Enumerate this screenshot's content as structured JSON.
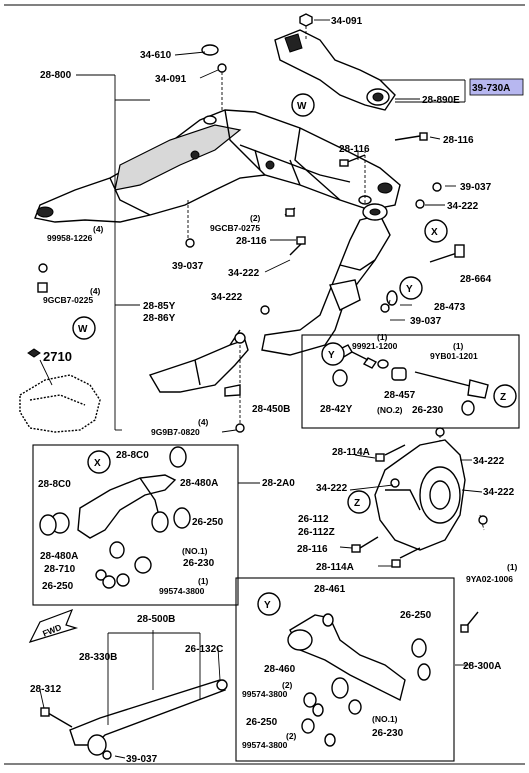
{
  "highlight": {
    "label": "39-730A",
    "fill": "#b7b7f0"
  },
  "callouts": {
    "w1": "W",
    "w2": "W",
    "x1": "X",
    "x2": "X",
    "y1": "Y",
    "y2": "Y",
    "z1": "Z",
    "z2": "Z"
  },
  "labels": {
    "l_34091_top": "34-091",
    "l_34610": "34-610",
    "l_28800": "28-800",
    "l_34091_mid": "34-091",
    "l_28890e": "28-890E",
    "l_28116_a": "28-116",
    "l_28116_b": "28-116",
    "l_39037_r": "39-037",
    "l_34222_r": "34-222",
    "l_2_a": "(2)",
    "l_9gcb7_0275": "9GCB7-0275",
    "l_28116_c": "28-116",
    "l_4_a": "(4)",
    "l_99958": "99958-1226",
    "l_39037_l": "39-037",
    "l_34222_m": "34-222",
    "l_28664": "28-664",
    "l_4_b": "(4)",
    "l_9gcb7_0225": "9GCB7-0225",
    "l_34222_n": "34-222",
    "l_28473": "28-473",
    "l_28_85y": "28-85Y",
    "l_28_86y": "28-86Y",
    "l_39037_c": "39-037",
    "l_2710": "2710",
    "l_1_a": "(1)",
    "l_99921": "99921-1200",
    "l_1_b": "(1)",
    "l_9yb01": "9YB01-1201",
    "l_28457": "28-457",
    "l_28450b": "28-450B",
    "l_28_42y": "28-42Y",
    "l_no2_a": "(NO.2)",
    "l_26230_a": "26-230",
    "l_4_c": "(4)",
    "l_9g9b7": "9G9B7-0820",
    "l_28_8c0_a": "28-8C0",
    "l_28480a_a": "28-480A",
    "l_28_2a0": "28-2A0",
    "l_28114a_a": "28-114A",
    "l_34222_s": "34-222",
    "l_28_8c0_b": "28-8C0",
    "l_34222_t": "34-222",
    "l_34222_u": "34-222",
    "l_26250_a": "26-250",
    "l_26112": "26-112",
    "l_26112z": "26-112Z",
    "l_28480a_b": "28-480A",
    "l_no1_a": "(NO.1)",
    "l_28710": "28-710",
    "l_26230_b": "26-230",
    "l_28116_d": "28-116",
    "l_1_c": "(1)",
    "l_26250_b": "26-250",
    "l_99574_a": "99574-3800",
    "l_28114a_b": "28-114A",
    "l_1_d": "(1)",
    "l_9ya02": "9YA02-1006",
    "l_28461": "28-461",
    "l_28500b": "28-500B",
    "l_26250_c": "26-250",
    "l_fwd": "FWD",
    "l_28330b": "28-330B",
    "l_26132c": "26-132C",
    "l_28460": "28-460",
    "l_28300a": "28-300A",
    "l_28312": "28-312",
    "l_2_b": "(2)",
    "l_99574_b": "99574-3800",
    "l_26250_d": "26-250",
    "l_no1_b": "(NO.1)",
    "l_26230_c": "26-230",
    "l_2_c": "(2)",
    "l_99574_c": "99574-3800",
    "l_39037_b": "39-037"
  }
}
